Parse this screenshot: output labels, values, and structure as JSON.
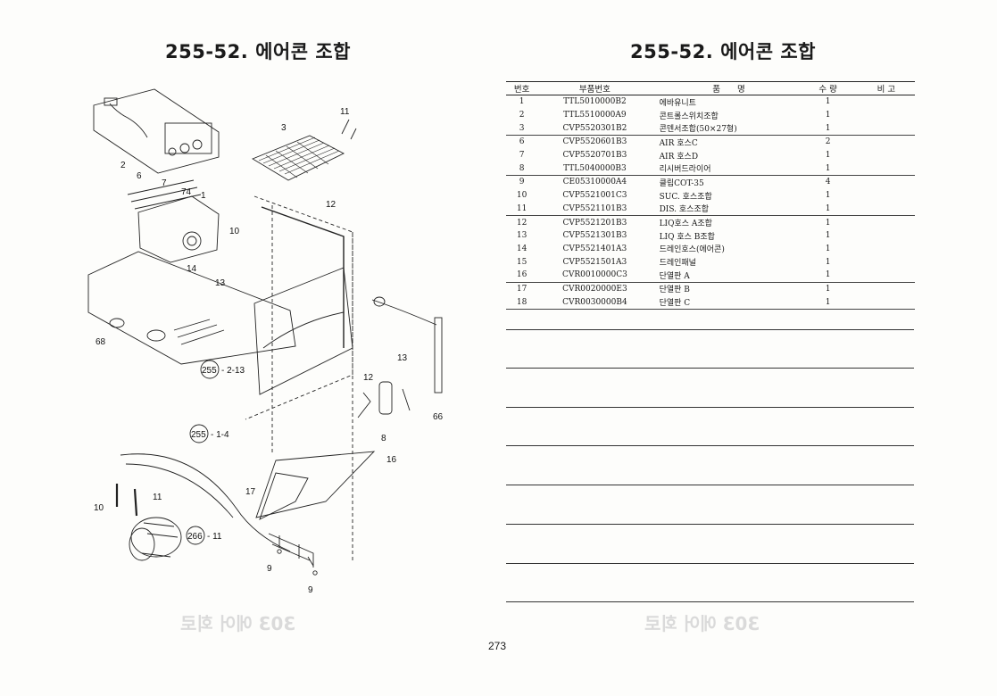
{
  "page": {
    "left_title": "255-52. 에어콘 조합",
    "right_title": "255-52. 에어콘 조합",
    "page_number": "273",
    "ghost_mirror_text": "303 에어 회로"
  },
  "table": {
    "headers": {
      "no": "번호",
      "part_no": "부품번호",
      "name": "품　　명",
      "qty": "수 량",
      "remark": "비 고"
    },
    "rows": [
      {
        "no": "1",
        "part_no": "TTL5010000B2",
        "name": "에바유니트",
        "qty": "1"
      },
      {
        "no": "2",
        "part_no": "TTL5510000A9",
        "name": "콘트롤스위치조합",
        "qty": "1"
      },
      {
        "no": "3",
        "part_no": "CVP5520301B2",
        "name": "콘덴서조합(50×27형)",
        "qty": "1"
      },
      {
        "no": "6",
        "part_no": "CVP5520601B3",
        "name": "AIR 호스C",
        "qty": "2"
      },
      {
        "no": "7",
        "part_no": "CVP5520701B3",
        "name": "AIR 호스D",
        "qty": "1"
      },
      {
        "no": "8",
        "part_no": "TTL5040000B3",
        "name": "리시버드라이어",
        "qty": "1"
      },
      {
        "no": "9",
        "part_no": "CE05310000A4",
        "name": "클립COT-35",
        "qty": "4"
      },
      {
        "no": "10",
        "part_no": "CVP5521001C3",
        "name": "SUC. 호스조합",
        "qty": "1"
      },
      {
        "no": "11",
        "part_no": "CVP5521101B3",
        "name": "DIS. 호스조합",
        "qty": "1"
      },
      {
        "no": "12",
        "part_no": "CVP5521201B3",
        "name": "LIQ호스 A조합",
        "qty": "1"
      },
      {
        "no": "13",
        "part_no": "CVP5521301B3",
        "name": "LIQ 호스 B조합",
        "qty": "1"
      },
      {
        "no": "14",
        "part_no": "CVP5521401A3",
        "name": "드레인호스(에어콘)",
        "qty": "1"
      },
      {
        "no": "15",
        "part_no": "CVP5521501A3",
        "name": "드레인패널",
        "qty": "1"
      },
      {
        "no": "16",
        "part_no": "CVR0010000C3",
        "name": "단열판 A",
        "qty": "1"
      },
      {
        "no": "17",
        "part_no": "CVR0020000E3",
        "name": "단열판 B",
        "qty": "1"
      },
      {
        "no": "18",
        "part_no": "CVR0030000B4",
        "name": "단열판 C",
        "qty": "1"
      }
    ]
  },
  "diagram": {
    "callouts": [
      "2",
      "3",
      "6",
      "7",
      "74",
      "1",
      "10",
      "11",
      "12",
      "13",
      "14",
      "68",
      "16",
      "17",
      "8",
      "66",
      "9",
      "10",
      "11",
      "12",
      "13",
      "9"
    ],
    "refs": [
      {
        "circle": "255",
        "suffix": "- 2-13"
      },
      {
        "circle": "255",
        "suffix": "- 1-4"
      },
      {
        "circle": "266",
        "suffix": "- 11"
      }
    ]
  }
}
